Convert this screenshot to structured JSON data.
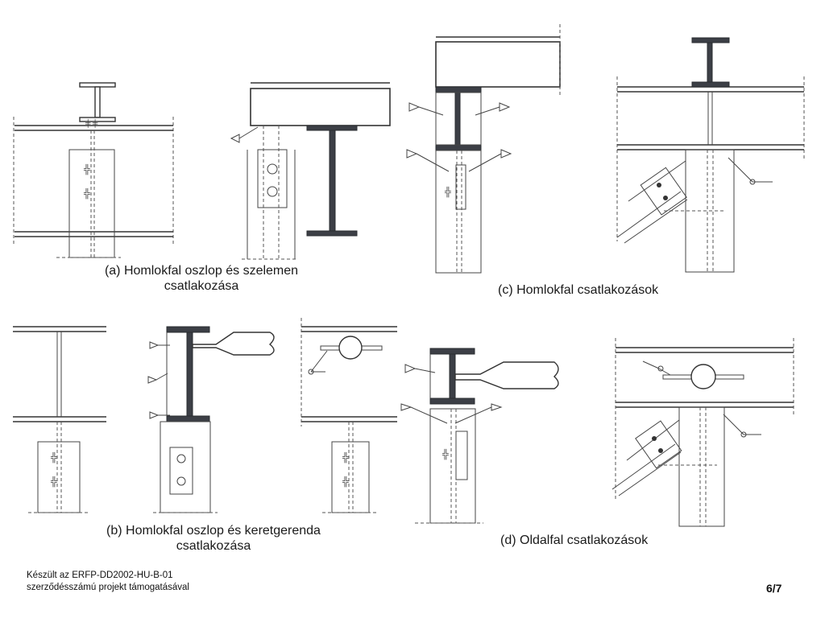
{
  "captions": {
    "a_line1": "(a) Homlokfal oszlop és szelemen",
    "a_line2": "csatlakozása",
    "b_line1": "(b) Homlokfal oszlop és keretgerenda",
    "b_line2": "csatlakozása",
    "c": "(c) Homlokfal csatlakozások",
    "d": "(d) Oldalfal csatlakozások"
  },
  "footer": {
    "line1": "Készült az ERFP-DD2002-HU-B-01",
    "line2": "szerződésszámú projekt támogatásával"
  },
  "page": {
    "number": "6/7"
  }
}
